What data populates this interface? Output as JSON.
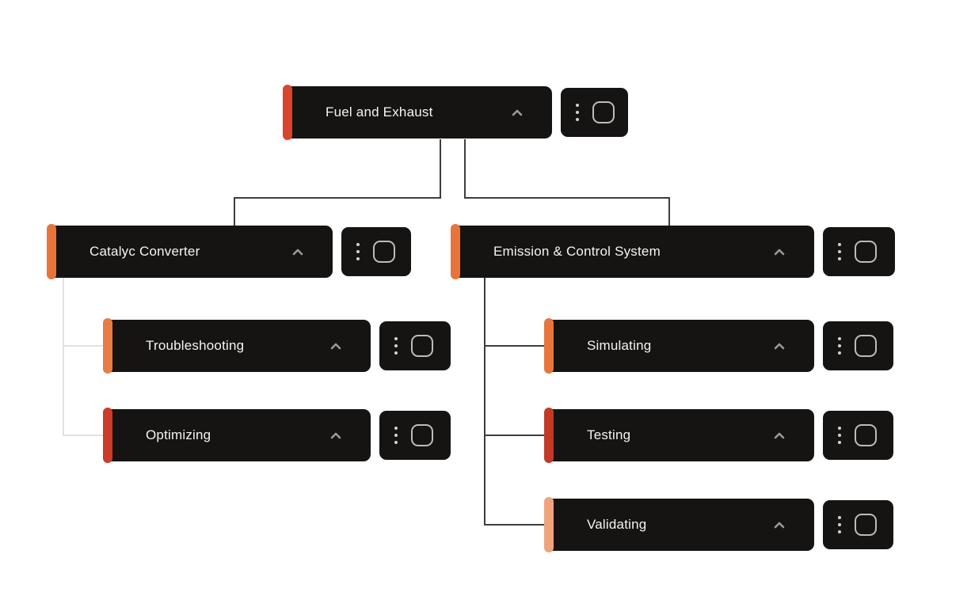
{
  "diagram": {
    "type": "tree",
    "root_label": "Fuel and Exhaust",
    "connector_color_primary": "#3d3d3d",
    "connector_color_secondary": "#e1e1e1",
    "node_background": "#161413",
    "node_text_color": "#f4f4f4"
  },
  "nodes": [
    {
      "id": "fuel-and-exhaust",
      "label": "Fuel and Exhaust",
      "accent": "#d8452e",
      "parent": null,
      "collapse_state": "expanded",
      "checkbox_checked": false
    },
    {
      "id": "catalyc-converter",
      "label": "Catalyc Converter",
      "accent": "#e8743c",
      "parent": "fuel-and-exhaust",
      "collapse_state": "expanded",
      "checkbox_checked": false
    },
    {
      "id": "emission-control-system",
      "label": "Emission & Control System",
      "accent": "#e8743c",
      "parent": "fuel-and-exhaust",
      "collapse_state": "expanded",
      "checkbox_checked": false
    },
    {
      "id": "troubleshooting",
      "label": "Troubleshooting",
      "accent": "#e97c42",
      "parent": "catalyc-converter",
      "collapse_state": "expanded",
      "checkbox_checked": false
    },
    {
      "id": "optimizing",
      "label": "Optimizing",
      "accent": "#cb3c2a",
      "parent": "catalyc-converter",
      "collapse_state": "expanded",
      "checkbox_checked": false
    },
    {
      "id": "simulating",
      "label": "Simulating",
      "accent": "#e8763c",
      "parent": "emission-control-system",
      "collapse_state": "expanded",
      "checkbox_checked": false
    },
    {
      "id": "testing",
      "label": "Testing",
      "accent": "#c23928",
      "parent": "emission-control-system",
      "collapse_state": "expanded",
      "checkbox_checked": false
    },
    {
      "id": "validating",
      "label": "Validating",
      "accent": "#efa47e",
      "parent": "emission-control-system",
      "collapse_state": "expanded",
      "checkbox_checked": false
    }
  ]
}
